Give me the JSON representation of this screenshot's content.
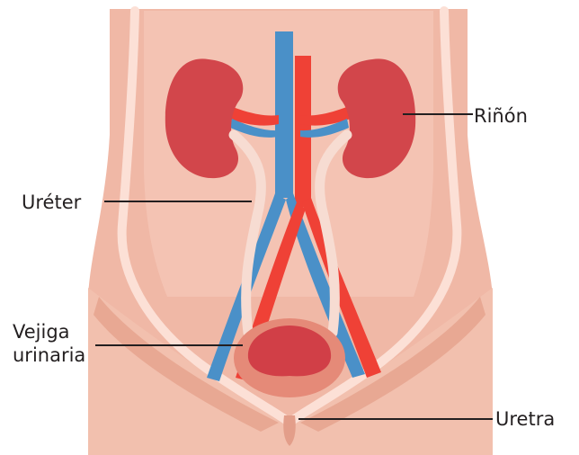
{
  "labels": {
    "rinon": "Riñón",
    "ureter": "Uréter",
    "vejiga_line1": "Vejiga",
    "vejiga_line2": "urinaria",
    "uretra": "Uretra"
  },
  "colors": {
    "body_outer": "#f0b8a6",
    "body_inner": "#f2b9a8",
    "body_edge": "#fce0d6",
    "body_shade": "#e39e8a",
    "kidney": "#d2464b",
    "artery": "#ef4136",
    "vein": "#4a90c8",
    "ureter": "#f7dcd2",
    "bladder_wall": "#e58a78",
    "bladder_inner": "#d13f47",
    "leader_line": "#231f20"
  }
}
